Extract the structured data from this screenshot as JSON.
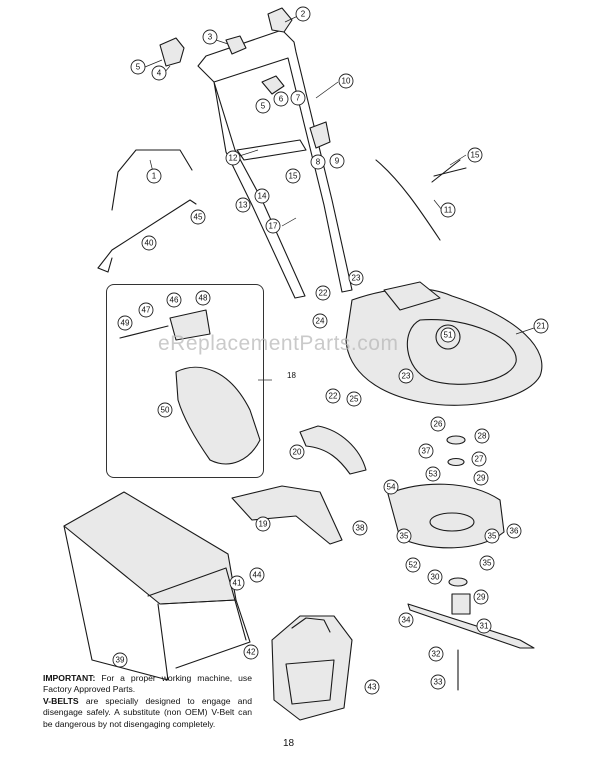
{
  "watermark": "eReplacementParts.com",
  "assembly_ref": "18",
  "notice": {
    "important_label": "IMPORTANT:",
    "important_text": "For a proper working machine, use Factory Approved Parts.",
    "vbelts_label": "V-BELTS",
    "vbelts_text": "are specially designed to engage and disengage safely. A substitute (non OEM) V-Belt can be dangerous by not disengaging completely."
  },
  "page_number": "18",
  "callouts": [
    "1",
    "2",
    "3",
    "4",
    "5",
    "5",
    "6",
    "7",
    "8",
    "9",
    "10",
    "11",
    "12",
    "13",
    "14",
    "15",
    "15",
    "17",
    "19",
    "20",
    "21",
    "22",
    "22",
    "23",
    "23",
    "24",
    "25",
    "26",
    "27",
    "28",
    "29",
    "29",
    "30",
    "31",
    "32",
    "33",
    "34",
    "35",
    "35",
    "35",
    "36",
    "37",
    "38",
    "39",
    "40",
    "41",
    "42",
    "43",
    "44",
    "45",
    "46",
    "47",
    "48",
    "49",
    "50",
    "51",
    "52",
    "53",
    "54"
  ]
}
